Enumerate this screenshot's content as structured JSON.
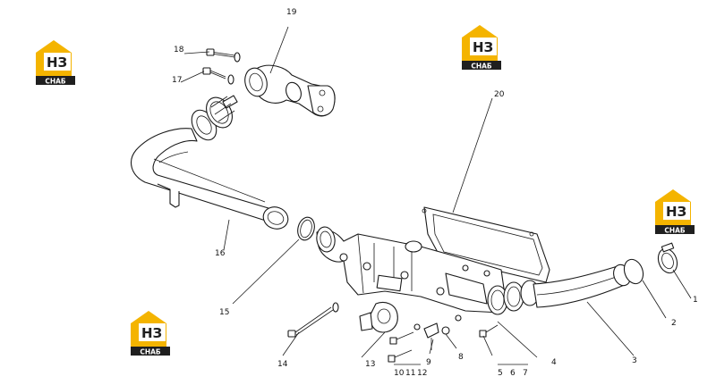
{
  "logo": {
    "letters": "НЗ",
    "caption": "СНАБ",
    "colors": {
      "accent": "#f4b400",
      "dark": "#1f1f1f"
    }
  },
  "callouts": {
    "c1": "1",
    "c2": "2",
    "c3": "3",
    "c4": "4",
    "c5": "5",
    "c6": "6",
    "c7": "7",
    "c8": "8",
    "c9": "9",
    "c10": "10",
    "c11": "11",
    "c12": "12",
    "c13": "13",
    "c14": "14",
    "c15": "15",
    "c16": "16",
    "c17": "17",
    "c18": "18",
    "c19": "19",
    "c20": "20"
  }
}
